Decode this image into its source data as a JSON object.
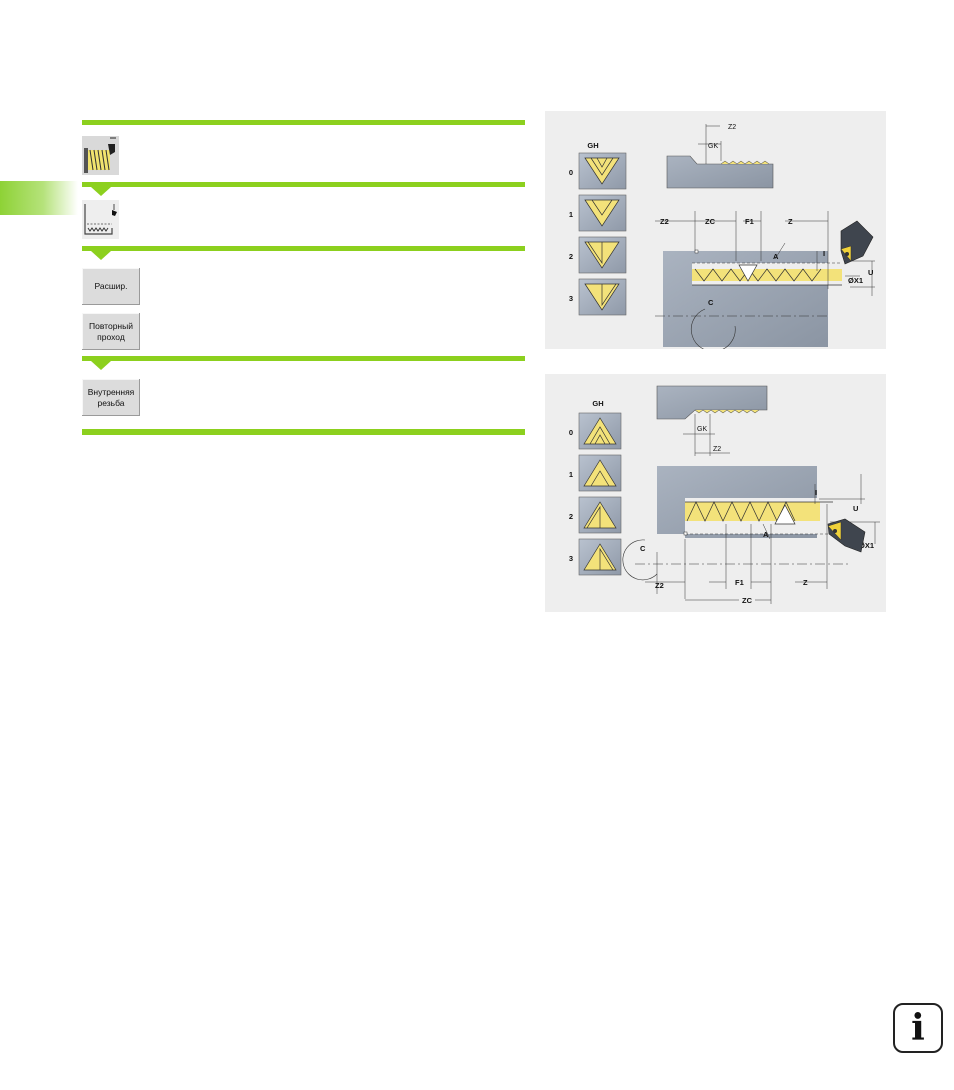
{
  "softkeys": {
    "extended": "Расшир.",
    "repeat_pass": "Повторный\nпроход",
    "internal_thread": "Внутренняя\nрезьба"
  },
  "diagram_external": {
    "gh_header": "GH",
    "gh_values": [
      "0",
      "1",
      "2",
      "3"
    ],
    "labels": {
      "z2_top": "Z2",
      "gk": "GK",
      "z2": "Z2",
      "zc": "ZC",
      "f1": "F1",
      "z": "Z",
      "a": "A",
      "i": "I",
      "u": "U",
      "x1": "ØX1",
      "c": "C"
    }
  },
  "diagram_internal": {
    "gh_header": "GH",
    "gh_values": [
      "0",
      "1",
      "2",
      "3"
    ],
    "labels": {
      "gk": "GK",
      "z2_top": "Z2",
      "i": "I",
      "u": "U",
      "a": "A",
      "x1": "ØX1",
      "c": "C",
      "z2": "Z2",
      "f1": "F1",
      "z": "Z",
      "zc": "ZC"
    }
  },
  "info_badge": "i",
  "colors": {
    "accent_green": "#8cd01e",
    "thread_yellow": "#f3e27a",
    "steel": "#9aa3b0"
  }
}
